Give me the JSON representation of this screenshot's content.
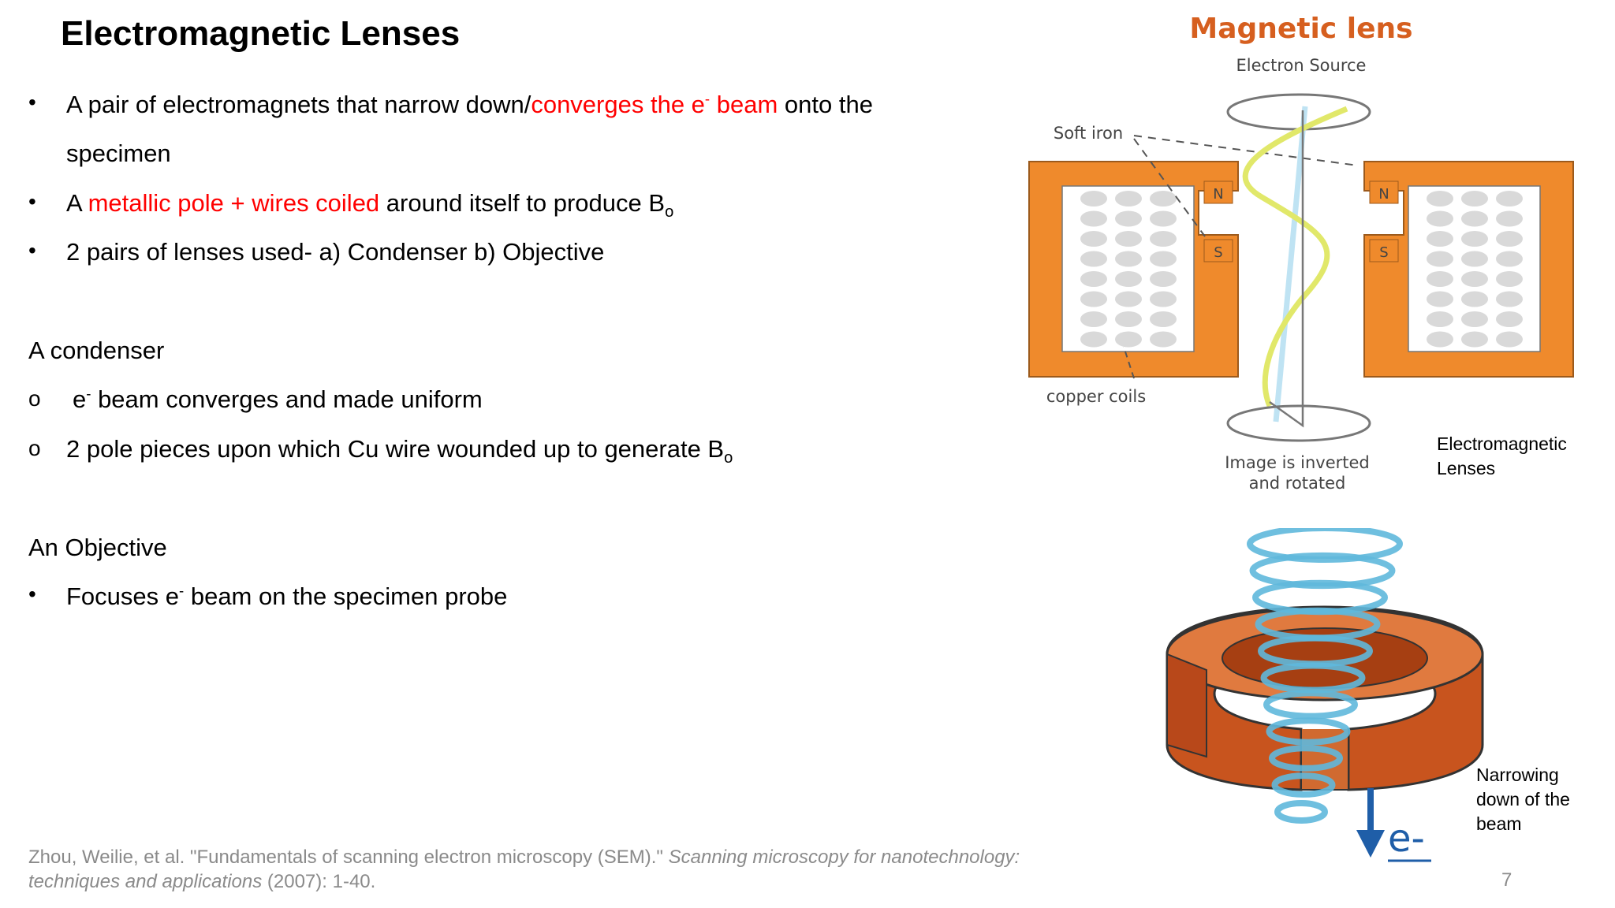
{
  "slide": {
    "title": "Electromagnetic Lenses",
    "page_number": "7"
  },
  "bullets": [
    {
      "pre": "A pair of electromagnets that narrow down/",
      "red_1": "converges the e",
      "sup": "-",
      "red_2": " beam",
      "post": " onto the",
      "cont": "specimen"
    },
    {
      "pre": "A ",
      "red": "metallic pole + wires coiled",
      "post": " around itself to produce B",
      "sub": "o"
    },
    {
      "text": "2 pairs of lenses used- a) Condenser b) Objective"
    }
  ],
  "condenser": {
    "heading": "A condenser",
    "items": [
      {
        "pre": "e",
        "sup": "-",
        "post": " beam converges and made uniform"
      },
      {
        "pre": "2 pole pieces upon which Cu wire wounded up to generate B",
        "sub": "o"
      }
    ]
  },
  "objective": {
    "heading": "An Objective",
    "items": [
      {
        "pre": "Focuses e",
        "sup": "-",
        "post": " beam on the specimen probe"
      }
    ]
  },
  "citation": {
    "line1_plain": "Zhou, Weilie, et al. \"Fundamentals of scanning electron microscopy (SEM).\" ",
    "line1_italic": "Scanning microscopy for nanotechnology:",
    "line2_italic": "techniques and applications",
    "line2_plain": " (2007): 1-40."
  },
  "diagram_top": {
    "title": "Magnetic lens",
    "electron_source": "Electron Source",
    "soft_iron": "Soft iron",
    "copper_coils": "copper coils",
    "image_note_1": "Image is inverted",
    "image_note_2": "and rotated",
    "pole_n": "N",
    "pole_s": "S",
    "caption_1": "Electromagnetic",
    "caption_2": "Lenses"
  },
  "diagram_bottom": {
    "electron_label": "e-",
    "caption_1": "Narrowing",
    "caption_2": "down of the",
    "caption_3": "beam"
  },
  "colors": {
    "accent_red": "#ff0000",
    "magnet_orange": "#ef8a2c",
    "coil_gray": "#d9d9d9",
    "citation_gray": "#8a8a8a",
    "beam_yellow": "#e1e86a",
    "beam_blue": "#bfe3f3",
    "lens_copper": "#c8541e",
    "arrow_blue": "#1f5ea8"
  }
}
